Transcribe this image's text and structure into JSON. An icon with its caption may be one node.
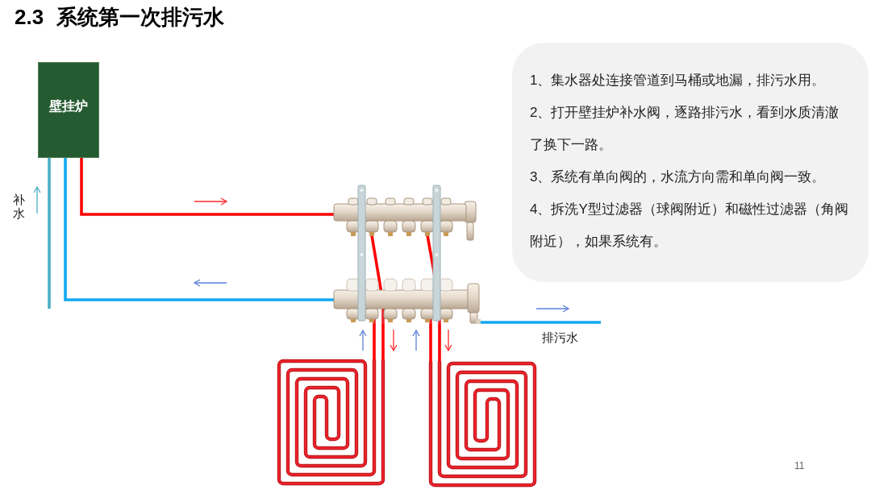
{
  "diagram": {
    "title": "2.3 系统第一次排污水",
    "nodes": [
      {
        "text": [
          "壁挂炉"
        ]
      },
      {
        "text": [],
        "shape": "picture"
      },
      {
        "text": [],
        "shape": "picture"
      },
      {
        "text": [],
        "shape": "picture"
      },
      {
        "text": [
          "1、集水器处连接管道到马桶或地漏，排污水用。",
          "2、打开壁挂炉补水阀，逐路排污水，看到水质清澈了换下一路。",
          "3、系统有单向阀的，水流方向需和单向阀一致。",
          "4、拆洗Y型过滤器（球阀附近）和磁性过滤器（角阀附近），如果系统有。"
        ]
      }
    ],
    "edges": [
      {
        "from": 0,
        "to": 1,
        "arrow": "none"
      },
      {
        "from": 1,
        "to": 0,
        "arrow": "none",
        "color": "#12a8f0"
      },
      {
        "from": null,
        "to": 0,
        "arrow": "none",
        "color": "#4aaec4",
        "label": "补水"
      },
      {
        "from": 1,
        "to": 2,
        "arrow": "none"
      },
      {
        "from": 2,
        "to": 1,
        "arrow": "none"
      },
      {
        "from": 1,
        "to": 3,
        "arrow": "none"
      },
      {
        "from": 3,
        "to": 1,
        "arrow": "none"
      },
      {
        "from": 1,
        "to": null,
        "arrow": "none",
        "color": "#12a8f0",
        "label": "排污水"
      }
    ],
    "labels": [
      "11"
    ]
  }
}
